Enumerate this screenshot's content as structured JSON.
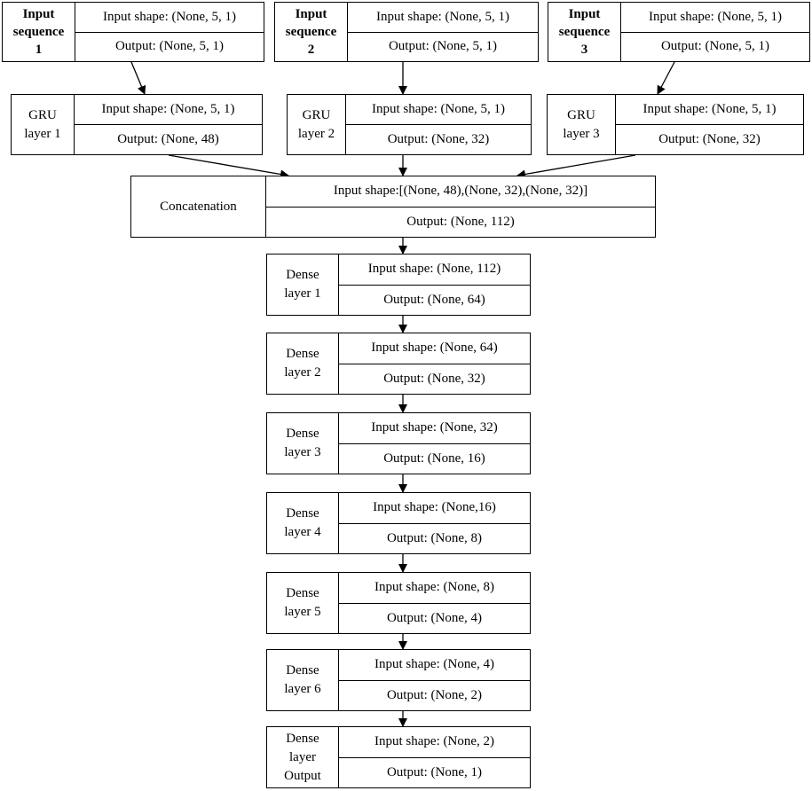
{
  "inputs": [
    {
      "label": "Input\nsequence\n1",
      "input_shape": "Input shape: (None, 5, 1)",
      "output": "Output: (None, 5, 1)"
    },
    {
      "label": "Input\nsequence\n2",
      "input_shape": "Input shape: (None, 5, 1)",
      "output": "Output: (None, 5, 1)"
    },
    {
      "label": "Input\nsequence\n3",
      "input_shape": "Input shape: (None, 5, 1)",
      "output": "Output: (None, 5, 1)"
    }
  ],
  "gru": [
    {
      "label": "GRU\nlayer 1",
      "input_shape": "Input shape: (None, 5, 1)",
      "output": "Output: (None, 48)"
    },
    {
      "label": "GRU\nlayer 2",
      "input_shape": "Input shape: (None, 5, 1)",
      "output": "Output: (None, 32)"
    },
    {
      "label": "GRU\nlayer 3",
      "input_shape": "Input shape: (None, 5, 1)",
      "output": "Output: (None, 32)"
    }
  ],
  "concat": {
    "label": "Concatenation",
    "input_shape": "Input shape:[(None, 48),(None, 32),(None, 32)]",
    "output": "Output: (None, 112)"
  },
  "dense": [
    {
      "label": "Dense\nlayer 1",
      "input_shape": "Input shape: (None, 112)",
      "output": "Output: (None, 64)"
    },
    {
      "label": "Dense\nlayer 2",
      "input_shape": "Input shape: (None, 64)",
      "output": "Output: (None, 32)"
    },
    {
      "label": "Dense\nlayer 3",
      "input_shape": "Input shape: (None, 32)",
      "output": "Output: (None, 16)"
    },
    {
      "label": "Dense\nlayer 4",
      "input_shape": "Input shape: (None,16)",
      "output": "Output: (None, 8)"
    },
    {
      "label": "Dense\nlayer 5",
      "input_shape": "Input shape: (None, 8)",
      "output": "Output: (None, 4)"
    },
    {
      "label": "Dense\nlayer 6",
      "input_shape": "Input shape: (None, 4)",
      "output": "Output: (None, 2)"
    },
    {
      "label": "Dense\nlayer\nOutput",
      "input_shape": "Input shape: (None, 2)",
      "output": "Output: (None, 1)"
    }
  ]
}
